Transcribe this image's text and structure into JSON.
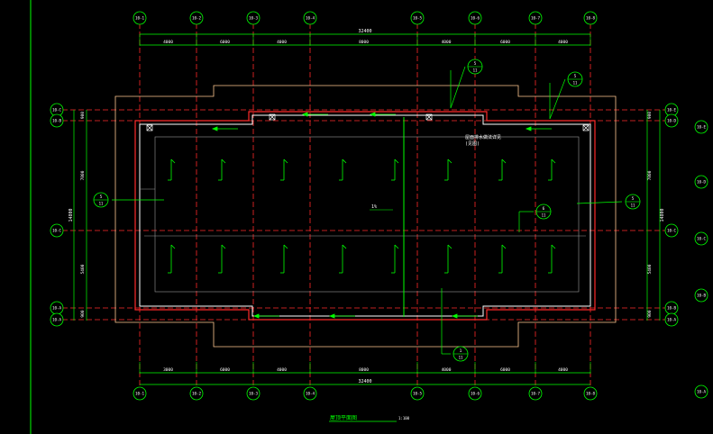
{
  "axes_top": [
    "10-1",
    "10-2",
    "10-3",
    "10-4",
    "10-5",
    "10-6",
    "10-7",
    "10-8"
  ],
  "axes_bottom": [
    "10-1",
    "10-2",
    "10-3",
    "10-4",
    "10-5",
    "10-6",
    "10-7",
    "10-8"
  ],
  "axes_left": [
    "10-C",
    "10-B",
    "10-A",
    "10-A"
  ],
  "axes_left_mid": "10-C",
  "axes_right": [
    "10-E",
    "10-D",
    "10-C",
    "10-B",
    "10-A"
  ],
  "axes_far_right": [
    "10-E",
    "10-D",
    "10-C",
    "10-B",
    "10-A"
  ],
  "dims_top_total": "32400",
  "dims_top": [
    "4000",
    "6000",
    "4000",
    "8000",
    "4000",
    "6000",
    "4000"
  ],
  "dims_bottom_total": "32400",
  "dims_bottom": [
    "3000",
    "6000",
    "4000",
    "8000",
    "4000",
    "6000",
    "4000"
  ],
  "dims_left": [
    "900",
    "7800",
    "5400",
    "900"
  ],
  "dims_left_total": "14800",
  "dims_right": [
    "900",
    "7800",
    "5400",
    "900"
  ],
  "dims_right_total": "14800",
  "section_marks": [
    {
      "num": "5",
      "sheet": "11"
    },
    {
      "num": "5",
      "sheet": "11"
    },
    {
      "num": "5",
      "sheet": "11"
    },
    {
      "num": "5",
      "sheet": "11"
    },
    {
      "num": "6",
      "sheet": "11"
    },
    {
      "num": "1",
      "sheet": "11"
    }
  ],
  "note_text": "屋面排水做法详见",
  "note_ref": "(见图)",
  "slope_label": "1%",
  "drawing_title": "屋顶平面图",
  "drawing_scale": "1:100",
  "colors": {
    "axis": "#00ff00",
    "red": "#ff2a2a",
    "orange": "#ffc890",
    "white": "#ffffff",
    "grey": "#9a9a9a"
  }
}
